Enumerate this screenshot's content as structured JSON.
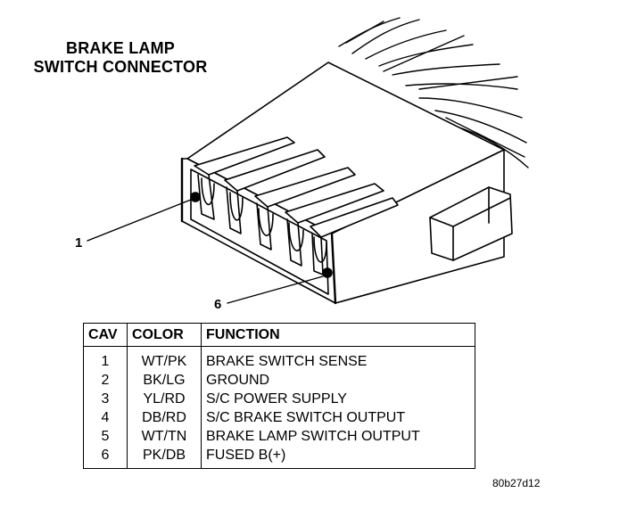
{
  "title": {
    "line1": "BRAKE LAMP",
    "line2": "SWITCH CONNECTOR"
  },
  "callouts": {
    "pin1": "1",
    "pin6": "6"
  },
  "table": {
    "headers": [
      "CAV",
      "COLOR",
      "FUNCTION"
    ],
    "rows": [
      {
        "cav": "1",
        "color": "WT/PK",
        "function": "BRAKE SWITCH SENSE"
      },
      {
        "cav": "2",
        "color": "BK/LG",
        "function": "GROUND"
      },
      {
        "cav": "3",
        "color": "YL/RD",
        "function": "S/C POWER SUPPLY"
      },
      {
        "cav": "4",
        "color": "DB/RD",
        "function": "S/C BRAKE SWITCH OUTPUT"
      },
      {
        "cav": "5",
        "color": "WT/TN",
        "function": "BRAKE LAMP SWITCH OUTPUT"
      },
      {
        "cav": "6",
        "color": "PK/DB",
        "function": "FUSED B(+)"
      }
    ]
  },
  "figure_code": "80b27d12"
}
